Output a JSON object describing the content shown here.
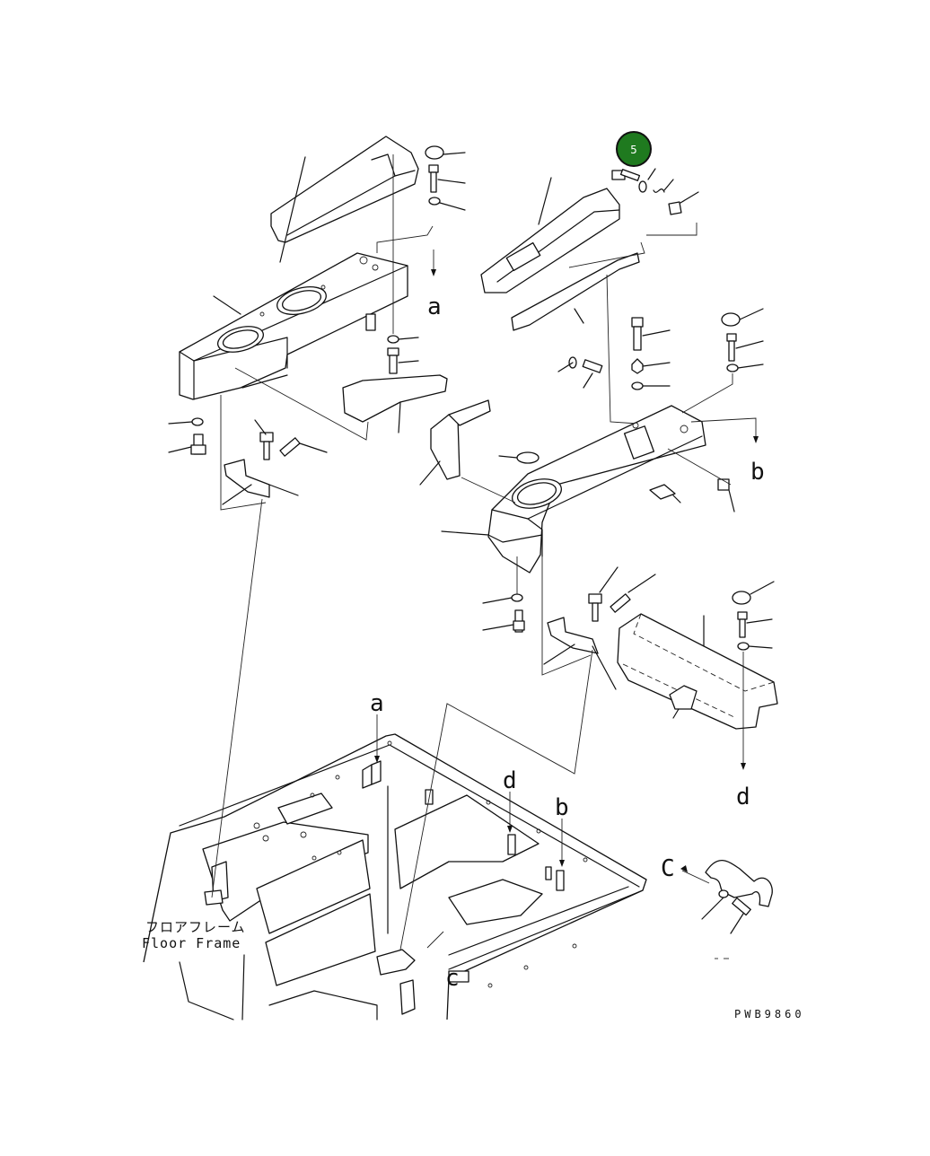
{
  "diagram": {
    "callouts": [
      {
        "number": "5",
        "color": "#1f7a1f"
      }
    ],
    "reference_letters": {
      "a": "a",
      "b": "b",
      "c": "c",
      "d": "d",
      "C": "C"
    },
    "floor_frame_label_jp": "フロアフレーム",
    "floor_frame_label_en": "Floor Frame",
    "drawing_code": "PWB9860"
  }
}
